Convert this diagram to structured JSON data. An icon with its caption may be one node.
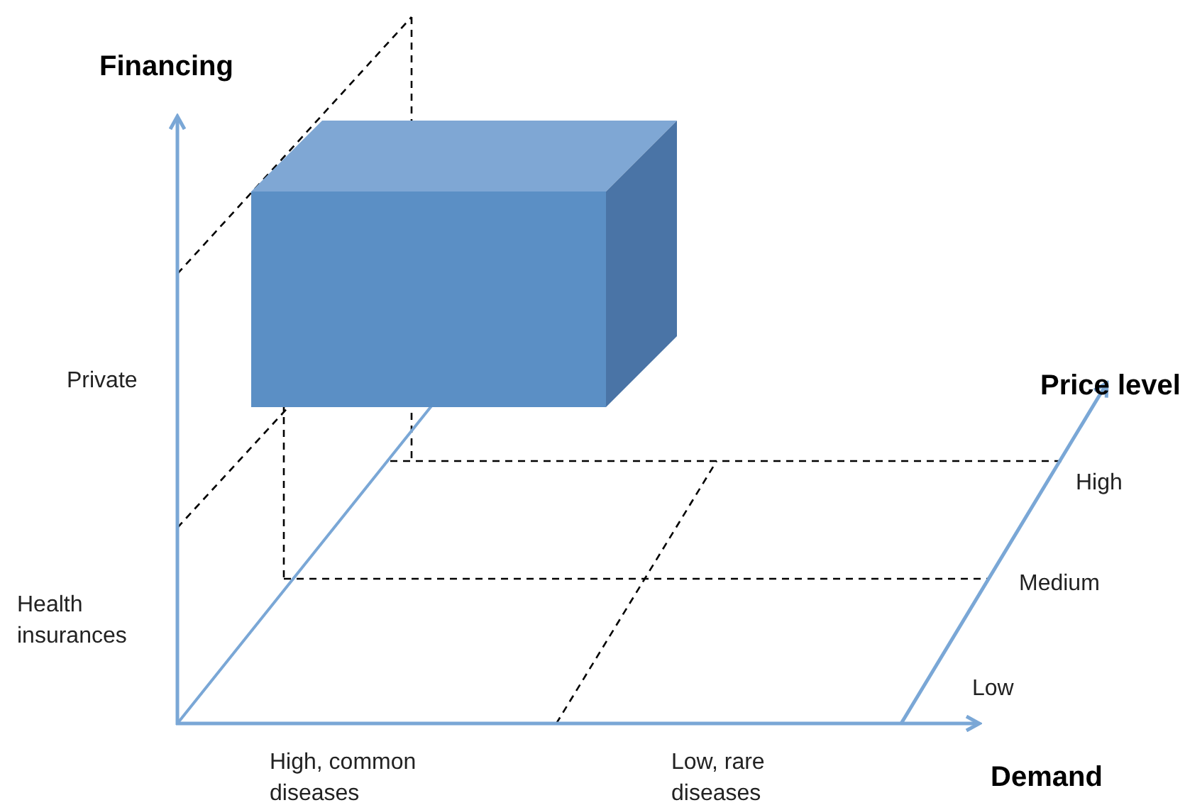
{
  "diagram": {
    "labels": [
      "Financing",
      "Private",
      "Health insurances",
      "Price level",
      "High",
      "Medium",
      "Low",
      "High, common diseases",
      "Low, rare diseases",
      "Demand"
    ]
  }
}
